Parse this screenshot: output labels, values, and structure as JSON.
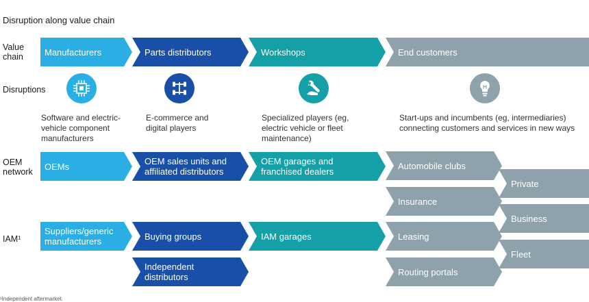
{
  "title": "Disruption along value chain",
  "rows": {
    "value_chain": "Value chain",
    "disruptions": "Disruptions",
    "oem_network": "OEM network",
    "iam": "IAM¹"
  },
  "value_chain": [
    "Manufacturers",
    "Parts distributors",
    "Workshops",
    "End customers"
  ],
  "disruptions": [
    {
      "icon": "circuit-chip-icon",
      "text": "Software and electric-vehicle component manufacturers"
    },
    {
      "icon": "car-chassis-icon",
      "text": "E-commerce and digital players"
    },
    {
      "icon": "wrench-hand-icon",
      "text": "Specialized players (eg, electric vehicle or fleet maintenance)"
    },
    {
      "icon": "lightbulb-icon",
      "text": "Start-ups and incumbents (eg, intermediaries) connecting customers and services in new ways"
    }
  ],
  "oem_network": [
    "OEMs",
    "OEM sales units and affiliated distributors",
    "OEM garages and franchised dealers"
  ],
  "iam": [
    "Suppliers/generic manufacturers",
    "Buying groups",
    "IAM garages",
    "Independent distributors"
  ],
  "intermediaries": [
    "Automobile clubs",
    "Insurance",
    "Leasing",
    "Routing portals"
  ],
  "customer_types": [
    "Private",
    "Business",
    "Fleet"
  ],
  "colors": {
    "manufacturers": "#2aaee4",
    "distributors": "#1a4fa8",
    "workshops": "#159fa7",
    "end_customers": "#8ea2ab"
  },
  "footnote": "¹Independent aftermarket."
}
